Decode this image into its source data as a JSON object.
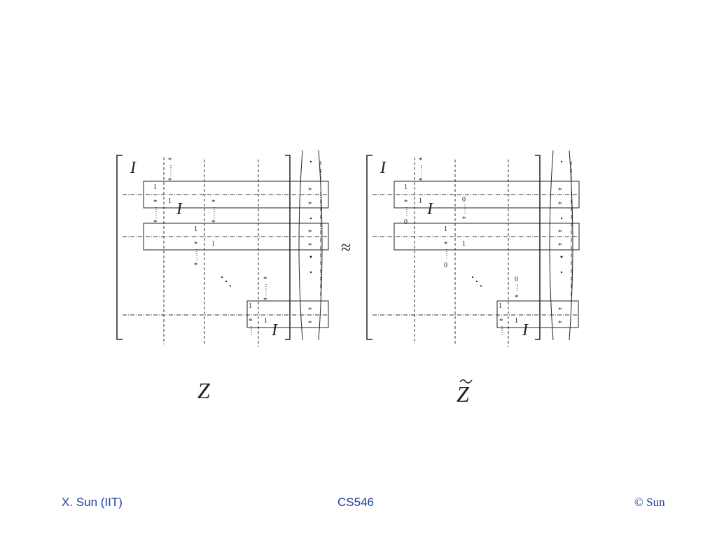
{
  "diagram": {
    "left_label": "Z",
    "right_label": "Z",
    "approx_symbol": "≈",
    "identity_symbol": "I",
    "star": "*",
    "one": "1",
    "zero": "0",
    "dots": "⋱"
  },
  "footer": {
    "author": "X. Sun (IIT)",
    "course": "CS546",
    "copyright": "© Sun"
  }
}
